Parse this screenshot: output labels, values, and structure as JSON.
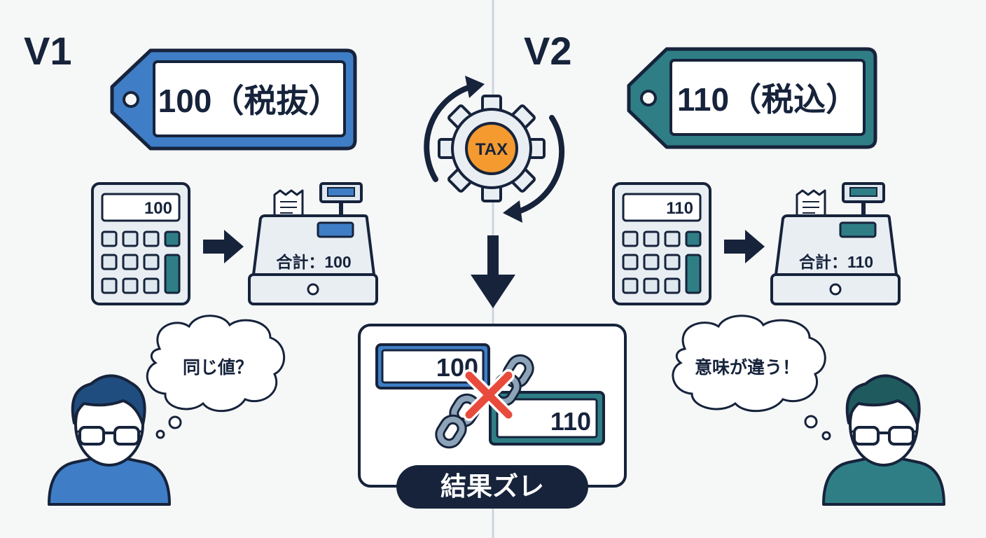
{
  "colors": {
    "navy": "#16233b",
    "v1_blue": "#3f7ec6",
    "v1_blue_dark": "#2f66ab",
    "v2_teal": "#2f7e86",
    "v2_teal_dark": "#236971",
    "tax_orange": "#f59a2f",
    "cross_red": "#e84b3c",
    "panel_fill": "#e9eef3",
    "key_fill": "#dfe7ef",
    "background": "#f6f7f7"
  },
  "left": {
    "version_label": "V1",
    "tag_text": "100（税抜）",
    "calculator_display": "100",
    "register_total": "合計：100",
    "thought": "同じ値？"
  },
  "center": {
    "tax_label": "TAX",
    "card_left_value": "100",
    "card_right_value": "110",
    "result_label": "結果ズレ"
  },
  "right": {
    "version_label": "V2",
    "tag_text": "110（税込）",
    "calculator_display": "110",
    "register_total": "合計：110",
    "thought": "意味が違う！"
  },
  "icons": [
    "price-tag-icon",
    "calculator-icon",
    "cash-register-icon",
    "arrow-right-icon",
    "gear-icon",
    "cycle-arrows-icon",
    "arrow-down-icon",
    "chain-link-icon",
    "cross-icon",
    "thought-bubble-icon",
    "person-with-glasses-icon"
  ]
}
